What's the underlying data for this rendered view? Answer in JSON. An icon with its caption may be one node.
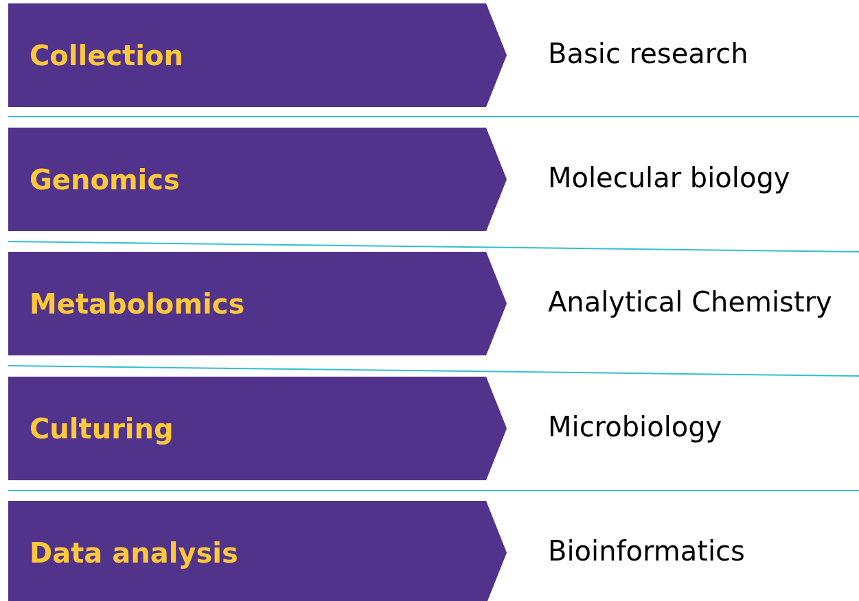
{
  "diagram": {
    "nodes": [
      {
        "text": [
          "Collection"
        ],
        "beside": [
          "Basic research"
        ]
      },
      {
        "text": [
          "Genomics"
        ],
        "beside": [
          "Molecular biology"
        ]
      },
      {
        "text": [
          "Metabolomics"
        ],
        "beside": [
          "Analytical Chemistry"
        ]
      },
      {
        "text": [
          "Culturing"
        ],
        "beside": [
          "Microbiology"
        ]
      },
      {
        "text": [
          "Data analysis"
        ],
        "beside": [
          "Bioinformatics"
        ]
      }
    ]
  }
}
